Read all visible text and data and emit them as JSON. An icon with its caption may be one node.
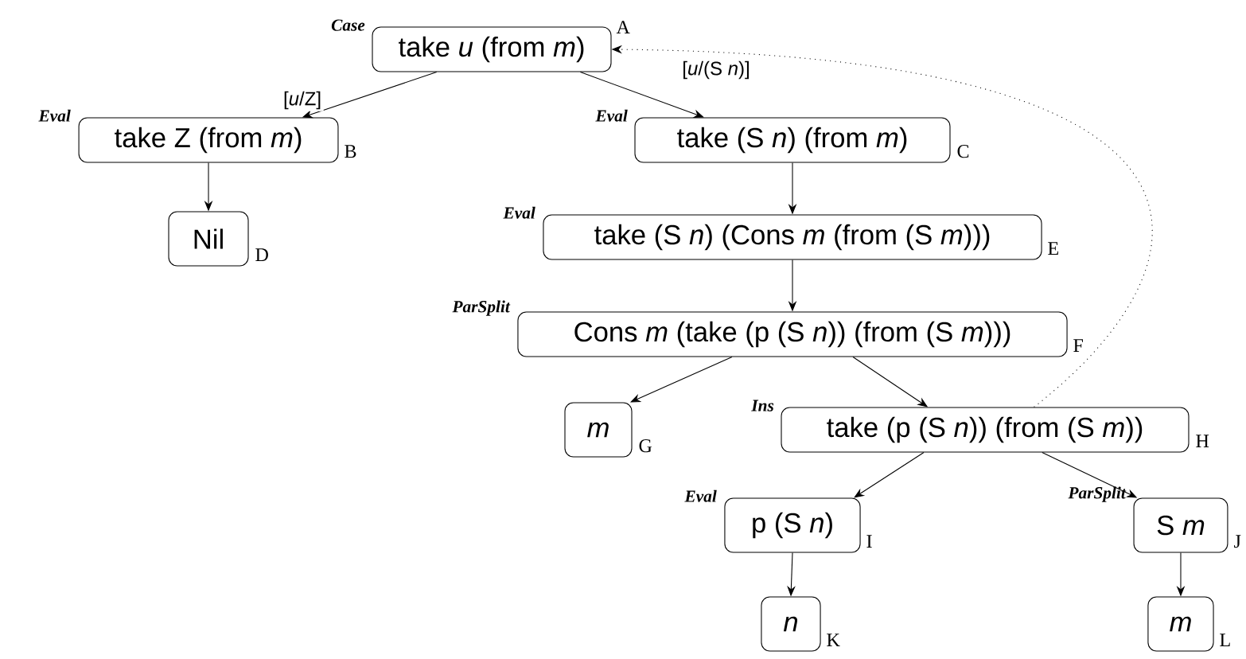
{
  "diagram": {
    "nodes": [
      {
        "text": [
          "take *u* (from *m*)"
        ],
        "beside": [
          "Case",
          "A"
        ]
      },
      {
        "text": [
          "take Z (from *m*)"
        ],
        "beside": [
          "Eval",
          "B"
        ]
      },
      {
        "text": [
          "take (S *n*) (from *m*)"
        ],
        "beside": [
          "Eval",
          "C"
        ]
      },
      {
        "text": [
          "Nil"
        ],
        "beside": [
          "D"
        ]
      },
      {
        "text": [
          "take (S *n*) (Cons *m* (from (S *m*)))"
        ],
        "beside": [
          "Eval",
          "E"
        ]
      },
      {
        "text": [
          "Cons *m* (take (p (S *n*)) (from (S *m*)))"
        ],
        "beside": [
          "ParSplit",
          "F"
        ]
      },
      {
        "text": [
          "*m*"
        ],
        "beside": [
          "G"
        ]
      },
      {
        "text": [
          "take (p (S *n*)) (from (S *m*))"
        ],
        "beside": [
          "Ins",
          "H"
        ]
      },
      {
        "text": [
          "p (S *n*)"
        ],
        "beside": [
          "Eval",
          "I"
        ]
      },
      {
        "text": [
          "S *m*"
        ],
        "beside": [
          "ParSplit",
          "J"
        ]
      },
      {
        "text": [
          "*n*"
        ],
        "beside": [
          "K"
        ]
      },
      {
        "text": [
          "*m*"
        ],
        "beside": [
          "L"
        ]
      }
    ],
    "edges": [
      {
        "from": 0,
        "to": 1,
        "arrow": "to",
        "label": "[*u*/Z]"
      },
      {
        "from": 0,
        "to": 2,
        "arrow": "to",
        "label": "[*u*/(S *n*)]"
      },
      {
        "from": 1,
        "to": 3,
        "arrow": "to"
      },
      {
        "from": 2,
        "to": 4,
        "arrow": "to"
      },
      {
        "from": 4,
        "to": 5,
        "arrow": "to"
      },
      {
        "from": 5,
        "to": 6,
        "arrow": "to"
      },
      {
        "from": 5,
        "to": 7,
        "arrow": "to"
      },
      {
        "from": 7,
        "to": 8,
        "arrow": "to"
      },
      {
        "from": 7,
        "to": 9,
        "arrow": "to"
      },
      {
        "from": 8,
        "to": 10,
        "arrow": "to"
      },
      {
        "from": 9,
        "to": 11,
        "arrow": "to"
      },
      {
        "from": 7,
        "to": 0,
        "arrow": "to",
        "style": "dashed"
      }
    ]
  }
}
